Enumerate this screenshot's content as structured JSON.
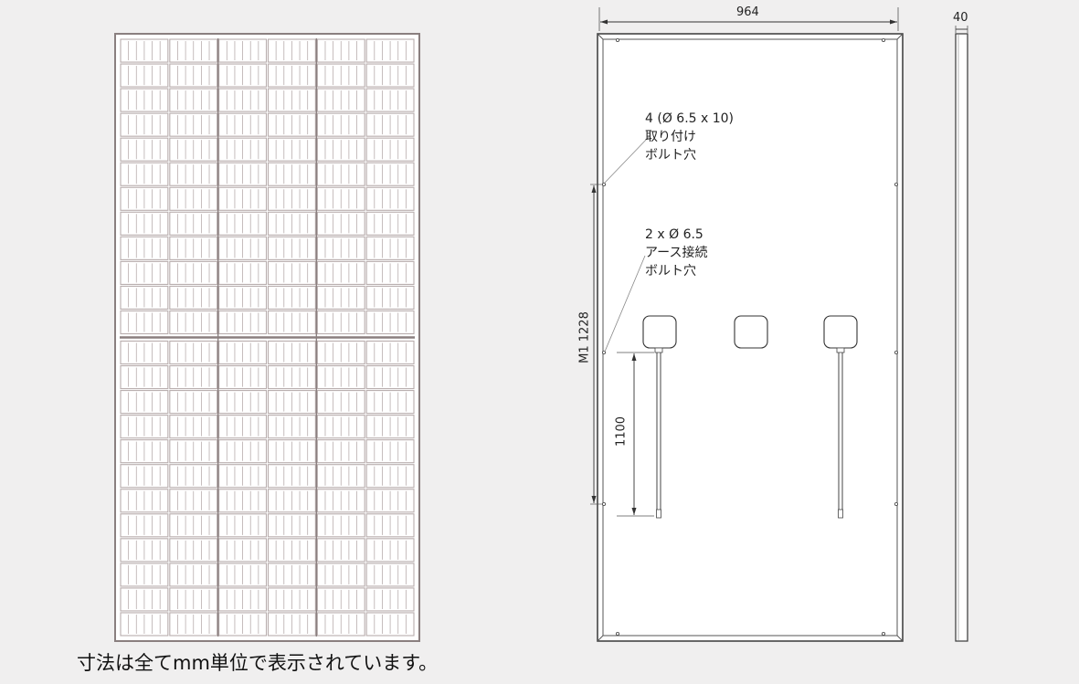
{
  "front_view": {
    "cell_columns": 6,
    "cell_rows_per_half": 12,
    "halves": 2
  },
  "back_view": {
    "width_label": "964",
    "thickness_label": "40",
    "mount_spacing_label": "M1  1228",
    "cable_length_label": "1100",
    "mounting_hole_note": [
      "4 (Ø 6.5 x 10)",
      "取り付け",
      "ボルト穴"
    ],
    "ground_hole_note": [
      "2 x Ø 6.5",
      "アース接続",
      "ボルト穴"
    ],
    "junction_boxes": 3,
    "cables": 2
  },
  "caption": "寸法は全てmm単位で表示されています。",
  "colors": {
    "background": "#f0efef",
    "frame": "#8a7f7f",
    "cell_line": "#b8adad",
    "cell_fill": "#ffffff",
    "line": "#333333"
  }
}
